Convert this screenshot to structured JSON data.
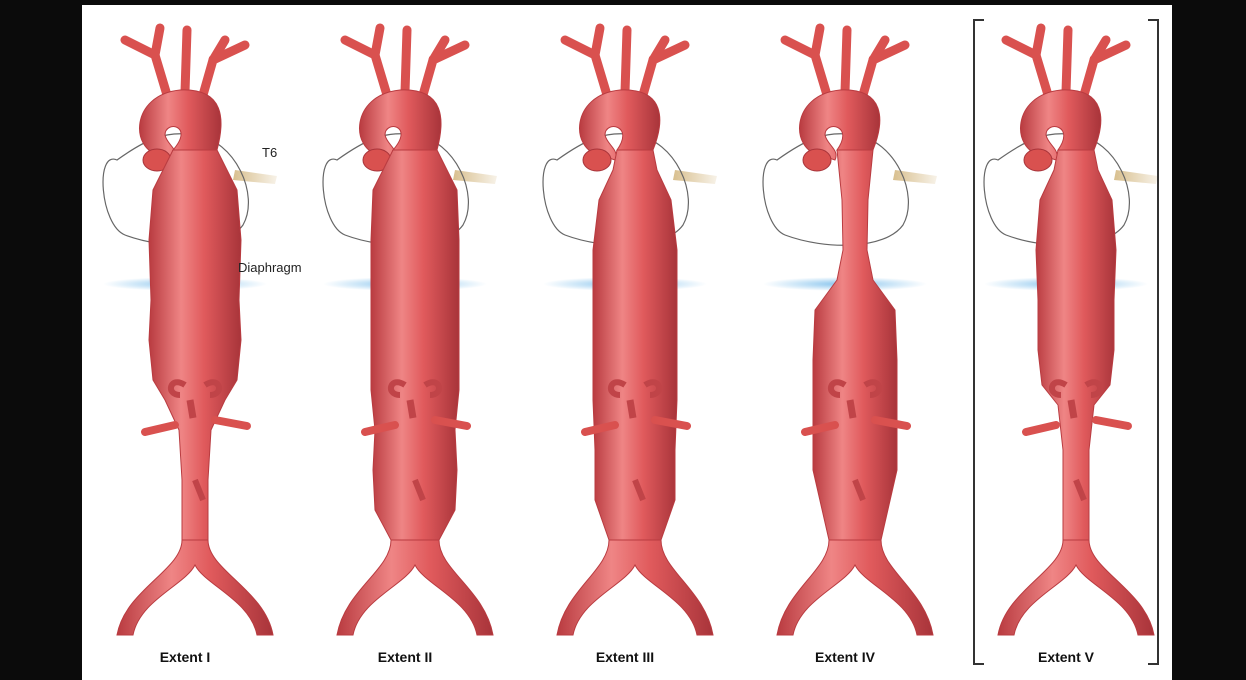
{
  "annotations": {
    "t6": "T6",
    "diaphragm": "Diaphragm"
  },
  "panels": [
    {
      "label": "Extent I",
      "aneurysm": "thoracic-upper",
      "highlighted": false
    },
    {
      "label": "Extent II",
      "aneurysm": "thoracic-to-iliac",
      "highlighted": false
    },
    {
      "label": "Extent III",
      "aneurysm": "mid-thoracic-to-iliac",
      "highlighted": false
    },
    {
      "label": "Extent IV",
      "aneurysm": "abdominal",
      "highlighted": false
    },
    {
      "label": "Extent V",
      "aneurysm": "mid-thoracic-to-renal",
      "highlighted": true
    }
  ],
  "colors": {
    "background": "#0b0b0b",
    "canvas": "#ffffff",
    "aorta": "#e05a5c",
    "aorta_dark": "#b93b40",
    "aorta_light": "#f08c8c",
    "diaphragm": "#7fc0ec",
    "spine_nerve": "#d8bf8e",
    "outline": "#666666"
  },
  "icons": {
    "aorta": "aorta-illustration",
    "heart_outline": "heart-outline",
    "bracket": "bracket"
  }
}
